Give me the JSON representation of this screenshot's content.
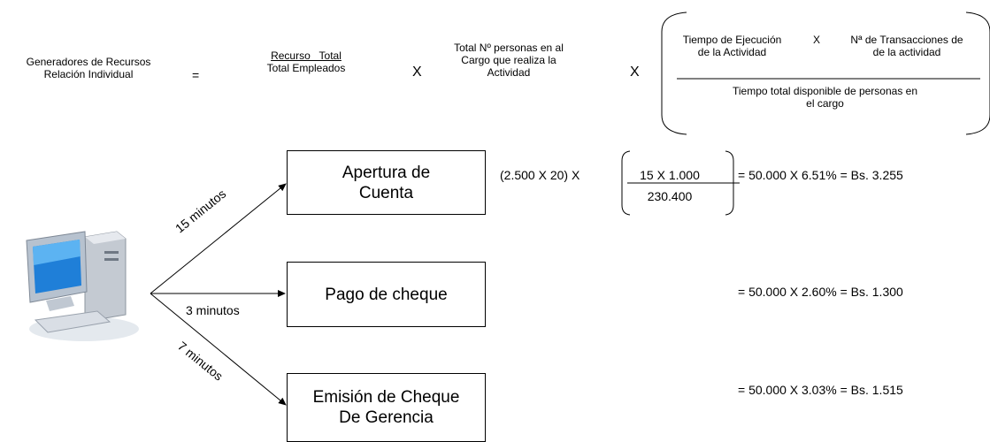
{
  "formula": {
    "lhs": [
      "Generadores de Recursos",
      "Relación Individual"
    ],
    "equals": "=",
    "term1_top": "Recurso   Total",
    "term1_bottom": "Total Empleados",
    "times1": "X",
    "term2": [
      "Total Nº personas en al",
      "Cargo que realiza la",
      "Actividad"
    ],
    "times2": "X",
    "num_left": [
      "Tiempo de Ejecución",
      "de la Actividad"
    ],
    "num_x": "X",
    "num_right": [
      "Nª de Transacciones de",
      "de la actividad"
    ],
    "den": [
      "Tiempo total disponible de personas en",
      "el cargo"
    ]
  },
  "activities": [
    {
      "label": [
        "Apertura de",
        "Cuenta"
      ],
      "time": "15 minutos",
      "result": "= 50.000 X 6.51% = Bs. 3.255"
    },
    {
      "label": [
        "Pago de cheque"
      ],
      "time": "3 minutos",
      "result": "= 50.000 X 2.60% = Bs. 1.300"
    },
    {
      "label": [
        "Emisión de Cheque",
        "De Gerencia"
      ],
      "time": "7 minutos",
      "result": "= 50.000 X 3.03% = Bs. 1.515"
    }
  ],
  "calc": {
    "prefix": "(2.500 X 20) X",
    "numerator": "15 X 1.000",
    "denominator": "230.400"
  },
  "icon": "computer-icon"
}
